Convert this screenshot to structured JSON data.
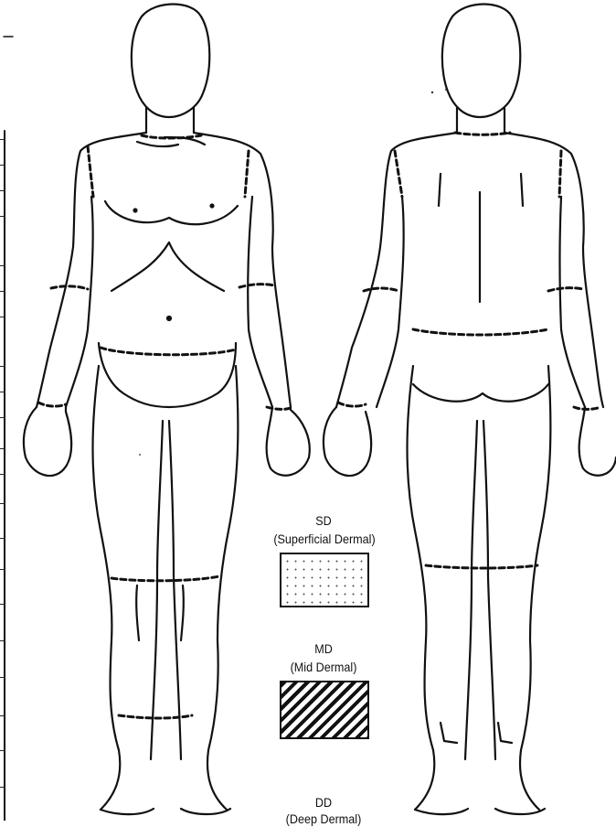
{
  "legend": {
    "sd": {
      "code": "SD",
      "name": "(Superficial Dermal)"
    },
    "md": {
      "code": "MD",
      "name": "(Mid Dermal)"
    },
    "dd": {
      "code": "DD",
      "name": "(Deep Dermal)"
    }
  },
  "colors": {
    "ink": "#111111",
    "background": "#ffffff"
  },
  "figures": [
    "front-body-outline",
    "back-body-outline"
  ]
}
